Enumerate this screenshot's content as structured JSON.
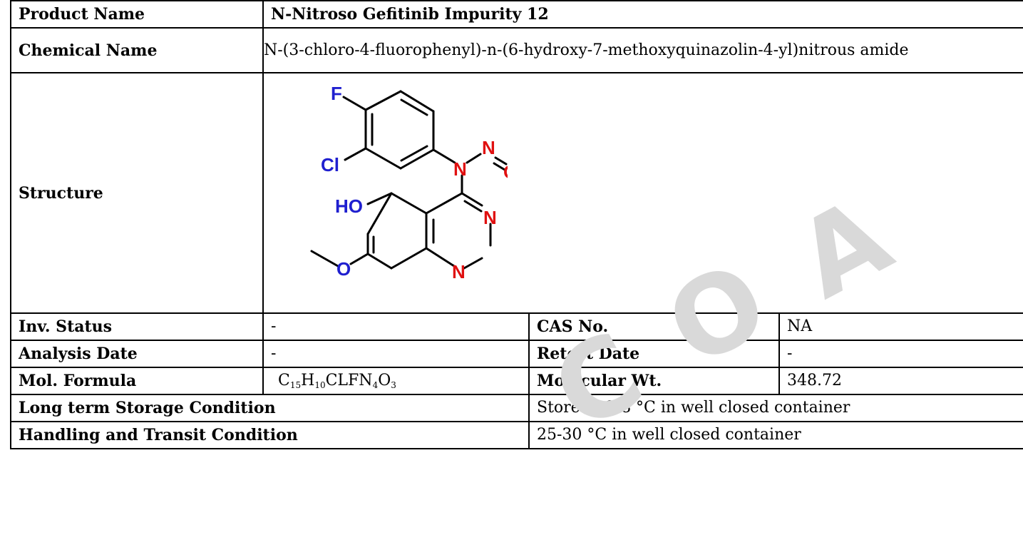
{
  "rows": {
    "product_name": {
      "label": "Product Name",
      "value": "N-Nitroso Gefitinib Impurity 12"
    },
    "chemical_name": {
      "label": "Chemical Name",
      "value": "N-(3-chloro-4-fluorophenyl)-n-(6-hydroxy-7-methoxyquinazolin-4-yl)nitrous amide"
    },
    "structure": {
      "label": "Structure"
    },
    "inv_status": {
      "label": "Inv. Status",
      "value": "-"
    },
    "cas_no": {
      "label": "CAS No.",
      "value": "NA"
    },
    "analysis_date": {
      "label": "Analysis Date",
      "value": "-"
    },
    "retest_date": {
      "label": "Retest Date",
      "value": "-"
    },
    "mol_formula": {
      "label": "Mol. Formula",
      "parts": [
        {
          "t": "C",
          "s": "15"
        },
        {
          "t": "H",
          "s": "10"
        },
        {
          "t": "CLFN",
          "s": "4"
        },
        {
          "t": "O",
          "s": "3"
        }
      ]
    },
    "molecular_wt": {
      "label": "Molecular Wt.",
      "value": "348.72"
    },
    "storage": {
      "label": "Long term Storage Condition",
      "value": "Store at 2-8 °C in well closed container"
    },
    "handling": {
      "label": "Handling and Transit Condition",
      "value": "25-30 °C in well closed container"
    }
  },
  "structure_atoms": {
    "F": "F",
    "Cl": "Cl",
    "N_amine": "N",
    "N_nitroso": "N",
    "O_nitroso": "O",
    "HO": "HO",
    "N_ring1": "N",
    "N_ring2": "N",
    "O_methoxy": "O"
  },
  "watermark": [
    "C",
    "O",
    "A"
  ],
  "colors": {
    "heteroatom_blue": "#1f1fcf",
    "heteroatom_red": "#e01010",
    "watermark": "#cfcfcf"
  }
}
